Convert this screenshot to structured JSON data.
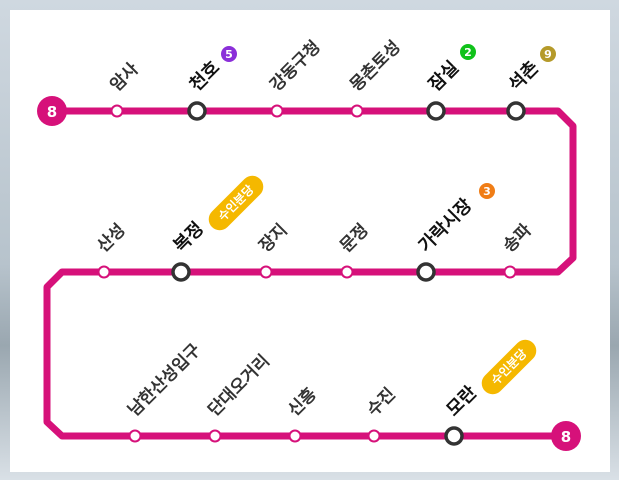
{
  "line": {
    "color": "#d6117a",
    "badge": "8",
    "badge_end": "8"
  },
  "stations_row1": [
    {
      "name": "암사",
      "transfer": false
    },
    {
      "name": "천호",
      "transfer": true,
      "line": "5",
      "line_color": "#8b2fd9"
    },
    {
      "name": "강동구청",
      "transfer": false
    },
    {
      "name": "몽촌토성",
      "transfer": false
    },
    {
      "name": "잠실",
      "transfer": true,
      "line": "2",
      "line_color": "#10c21a"
    },
    {
      "name": "석촌",
      "transfer": true,
      "line": "9",
      "line_color": "#b59a2a"
    }
  ],
  "stations_row2": [
    {
      "name": "산성",
      "transfer": false
    },
    {
      "name": "복정",
      "transfer": true,
      "pill": "수인분당",
      "pill_color": "#f5b800"
    },
    {
      "name": "장지",
      "transfer": false
    },
    {
      "name": "문정",
      "transfer": false
    },
    {
      "name": "가락시장",
      "transfer": true,
      "line": "3",
      "line_color": "#f07d16"
    },
    {
      "name": "송파",
      "transfer": false
    }
  ],
  "stations_row3": [
    {
      "name": "남한산성입구",
      "transfer": false
    },
    {
      "name": "단대오거리",
      "transfer": false
    },
    {
      "name": "신흥",
      "transfer": false
    },
    {
      "name": "수진",
      "transfer": false
    },
    {
      "name": "모란",
      "transfer": true,
      "pill": "수인분당",
      "pill_color": "#f5b800"
    }
  ]
}
